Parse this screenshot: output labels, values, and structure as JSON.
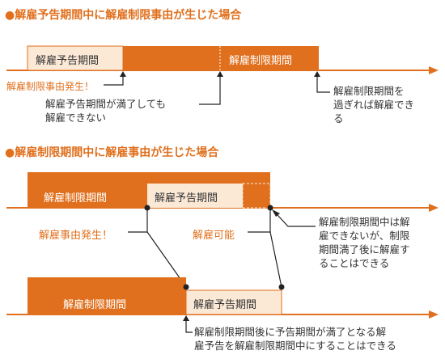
{
  "colors": {
    "accent": "#e0701e",
    "light_box": "#fbe9d6",
    "text": "#333333"
  },
  "section1": {
    "title": "●解雇予告期間中に解雇制限事由が生じた場合",
    "bar_notice_label": "解雇予告期間",
    "bar_restrict_label": "解雇制限期間",
    "event_label": "解雇制限事由発生！",
    "note_left_line1": "解雇予告期間が満了しても",
    "note_left_line2": "解雇できない",
    "note_right_line1": "解雇制限期間を",
    "note_right_line2": "過ぎれば解雇でき",
    "note_right_line3": "る"
  },
  "section2": {
    "title": "●解雇制限期間中に解雇事由が生じた場合",
    "bar1_restrict_label": "解雇制限期間",
    "bar1_notice_label": "解雇予告期間",
    "event_label": "解雇事由発生！",
    "possible_label": "解雇可能",
    "note_right_line1": "解雇制限期間中は解",
    "note_right_line2": "雇できないが、制限",
    "note_right_line3": "期間満了後に解雇す",
    "note_right_line4": "ることはできる",
    "bar2_restrict_label": "解雇制限期間",
    "bar2_notice_label": "解雇予告期間",
    "note_bottom_line1": "解雇制限期間後に予告期間が満了となる解",
    "note_bottom_line2": "雇予告を解雇制限期間中にすることはできる"
  }
}
